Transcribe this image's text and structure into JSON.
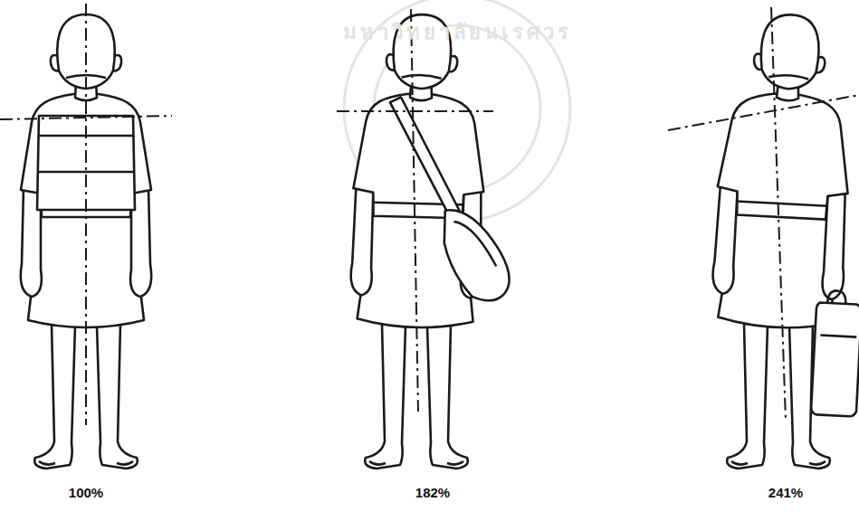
{
  "diagram": {
    "labels": [
      "100%",
      "182%",
      "241%",
      "มหาวิทยาลัยนเรศวร"
    ]
  }
}
